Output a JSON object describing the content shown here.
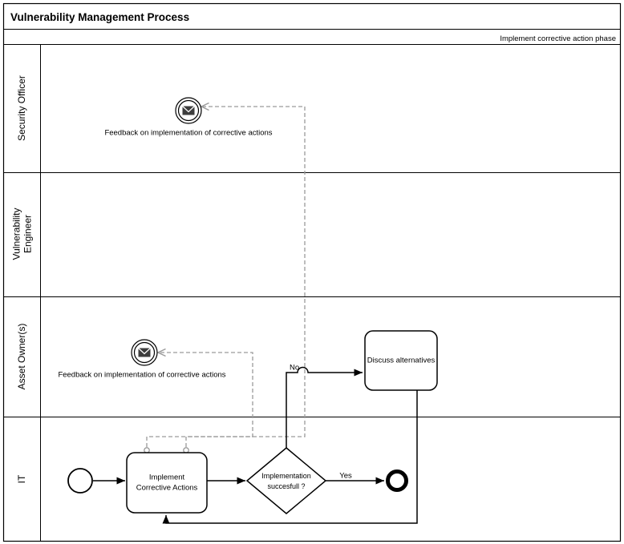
{
  "header": {
    "title": "Vulnerability Management Process",
    "phase_label": "Implement corrective action phase"
  },
  "lanes": {
    "security_officer": {
      "label": "Security Officer"
    },
    "vulnerability_engineer": {
      "label_line1": "Vulnerability",
      "label_line2": "Engineer"
    },
    "asset_owners": {
      "label": "Asset Owner(s)"
    },
    "it": {
      "label": "IT"
    }
  },
  "diagram": {
    "message_event_security": {
      "label": "Feedback on implementation of corrective actions"
    },
    "message_event_asset": {
      "label": "Feedback on implementation of corrective actions"
    },
    "task_implement": {
      "label_line1": "Implement",
      "label_line2": "Corrective Actions"
    },
    "gateway_implementation_successful": {
      "label_line1": "Implementation",
      "label_line2": "succesfull ?"
    },
    "task_discuss": {
      "label": "Discuss alternatives"
    },
    "flow_labels": {
      "yes": "Yes",
      "no": "No"
    }
  },
  "colors": {
    "line": "#000000",
    "message_flow": "#9a9a9a",
    "background": "#ffffff"
  }
}
